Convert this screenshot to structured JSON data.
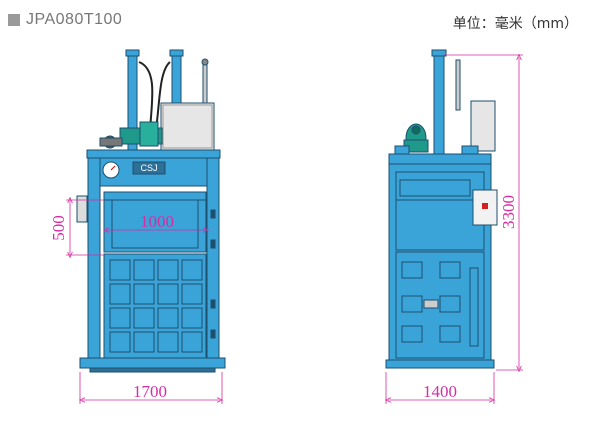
{
  "model": "JPA080T100",
  "unit_note": "单位：毫米（mm）",
  "front_view": {
    "brand_plate": "CSJ",
    "dimensions": {
      "chamber_width": "1000",
      "feed_opening_height": "500",
      "overall_width": "1700"
    }
  },
  "side_view": {
    "dimensions": {
      "overall_height": "3300",
      "overall_depth": "1400"
    }
  },
  "colors": {
    "machine_blue": "#3aa3d8",
    "machine_outline": "#1d4f6e",
    "dimension_line": "#d62da2",
    "motor_teal": "#1f9a8a",
    "tank_gray": "#e6e6e6"
  }
}
